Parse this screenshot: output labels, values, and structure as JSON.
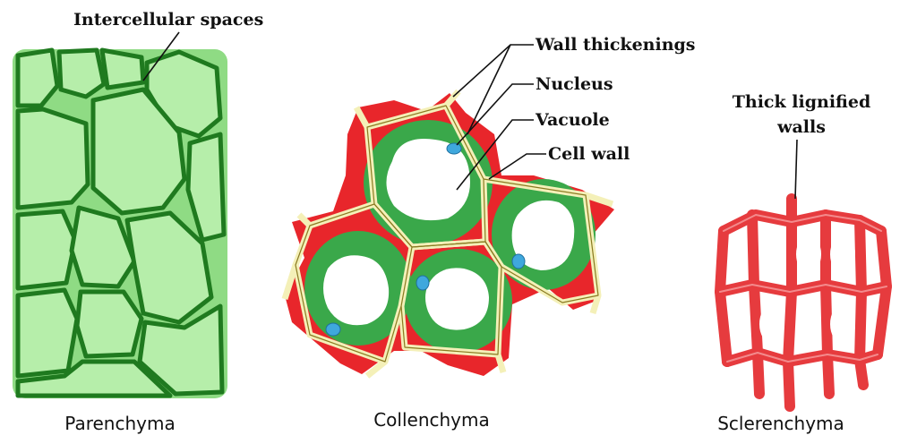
{
  "labels": {
    "intercellular_spaces": "Intercellular spaces",
    "wall_thickenings": "Wall thickenings",
    "nucleus": "Nucleus",
    "vacuole": "Vacuole",
    "cell_wall": "Cell wall",
    "thick_lignified_line1": "Thick lignified",
    "thick_lignified_line2": "walls"
  },
  "captions": {
    "parenchyma": "Parenchyma",
    "collenchyma": "Collenchyma",
    "sclerenchyma": "Sclerenchyma"
  },
  "colors": {
    "parenchyma_fill": "#b6eeaa",
    "parenchyma_wall": "#1f7a1f",
    "collenchyma_red": "#e8262b",
    "collenchyma_green": "#3aa84a",
    "cell_wall_line": "#f4f0b8",
    "nucleus": "#3fa8dd",
    "sclerenchyma_red": "#e63b3e"
  }
}
